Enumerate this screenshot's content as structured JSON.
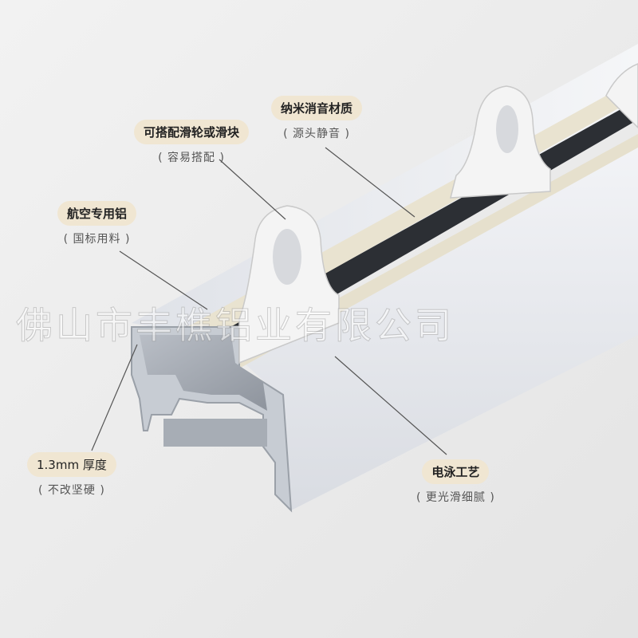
{
  "callouts": [
    {
      "title": "纳米消音材质",
      "sub": "( 源头静音 )"
    },
    {
      "title": "可搭配滑轮或滑块",
      "sub": "( 容易搭配 )"
    },
    {
      "title": "航空专用铝",
      "sub": "( 国标用料 )"
    },
    {
      "title": "1.3mm 厚度",
      "sub": "( 不改坚硬 )"
    },
    {
      "title": "电泳工艺",
      "sub": "( 更光滑细腻 )"
    }
  ],
  "watermark": "佛山市丰樵铝业有限公司",
  "colors": {
    "background": "#ececec",
    "pill": "#f0e6d2",
    "rail": "#e8eaee",
    "strip": "#e9e3d0",
    "hook": "#f4f4f4"
  }
}
